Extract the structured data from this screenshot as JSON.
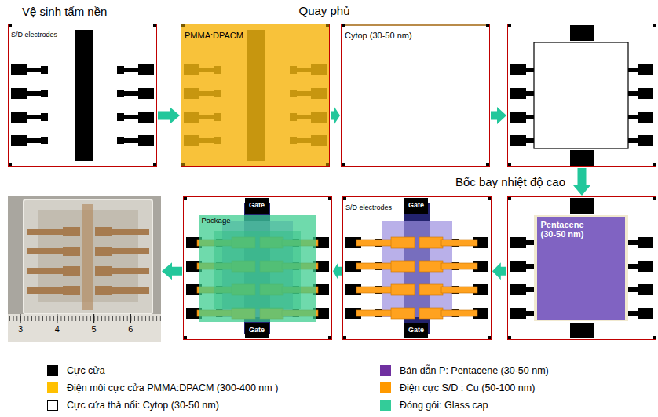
{
  "diagram": {
    "nodes": [
      {
        "text": [
          "Vệ sinh tấm nền",
          "S/D electrodes"
        ]
      },
      {
        "text": [
          "PMMA:DPACM"
        ]
      },
      {
        "text": [
          "Cytop (30-50 nm)"
        ]
      },
      {
        "text": []
      },
      {
        "text": []
      },
      {
        "text": [
          "Pentacene (30-50 nm)"
        ],
        "in": 4
      },
      {
        "text": [
          "S/D electrodes"
        ]
      },
      {
        "text": [
          "Gate"
        ],
        "in": 6
      },
      {
        "text": [
          "Gate"
        ],
        "in": 6
      },
      {
        "text": []
      },
      {
        "text": [
          "Package"
        ],
        "in": 9
      },
      {
        "text": [
          "Gate"
        ],
        "in": 9
      },
      {
        "text": [
          "Gate"
        ],
        "in": 9
      },
      {
        "text": []
      }
    ],
    "edges": [
      {
        "from": 0,
        "to": 1,
        "arrow": "to"
      },
      {
        "from": 1,
        "to": 2,
        "arrow": "to"
      },
      {
        "from": 2,
        "to": 3,
        "arrow": "to"
      },
      {
        "from": 3,
        "to": 4,
        "arrow": "to",
        "label": "Bốc bay nhiệt độ cao"
      },
      {
        "from": 4,
        "to": 6,
        "arrow": "to"
      },
      {
        "from": 6,
        "to": 9,
        "arrow": "to"
      },
      {
        "from": 9,
        "to": 13,
        "arrow": "to"
      }
    ],
    "labels": [
      "Quay phủ",
      "3",
      "4",
      "5",
      "6"
    ],
    "legend": [
      {
        "text": "Cực cửa",
        "color": "#000000"
      },
      {
        "text": "Điện môi cực cửa PMMA:DPACM (300-400 nm )",
        "color": "#ffc000"
      },
      {
        "text": "Cực cửa thả nổi: Cytop (30-50 nm)",
        "color": "#ffffff"
      },
      {
        "text": "Bán dẫn P: Pentacene (30-50 nm)",
        "color": "#7030a0"
      },
      {
        "text": "Điện cực S/D : Cu (50-100 nm)",
        "color": "#ff9900"
      },
      {
        "text": "Đóng gói: Glass cap",
        "color": "#33cc99"
      }
    ]
  }
}
